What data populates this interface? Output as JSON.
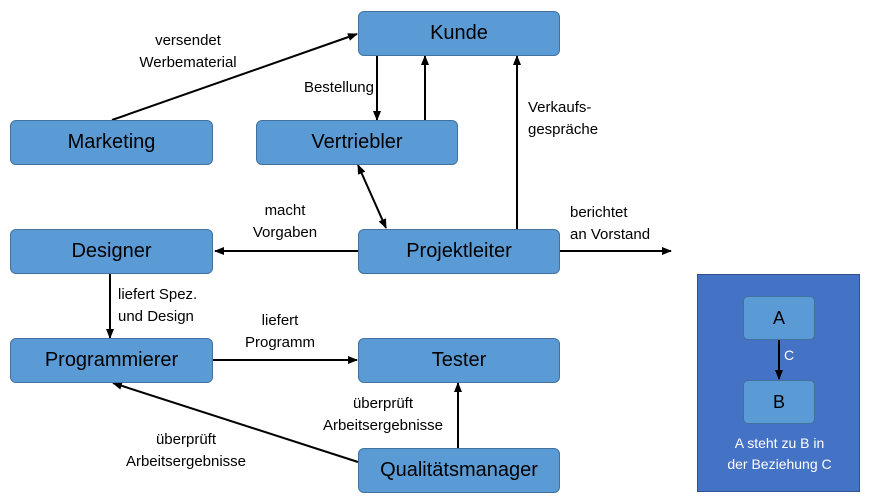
{
  "nodes": {
    "kunde": "Kunde",
    "marketing": "Marketing",
    "vertriebler": "Vertriebler",
    "designer": "Designer",
    "projektleiter": "Projektleiter",
    "programmierer": "Programmierer",
    "tester": "Tester",
    "qualitaetsmanager": "Qualitätsmanager"
  },
  "edges": {
    "versendet": [
      "versendet",
      "Werbematerial"
    ],
    "bestellung": "Bestellung",
    "verkauf": [
      "Verkaufs-",
      "gespräche"
    ],
    "vorgaben": [
      "macht",
      "Vorgaben"
    ],
    "berichtet": [
      "berichtet",
      "an Vorstand"
    ],
    "spez": [
      "liefert Spez.",
      "und Design"
    ],
    "programm": [
      "liefert",
      "Programm"
    ],
    "ueberprueft_tester": [
      "überprüft",
      "Arbeitsergebnisse"
    ],
    "ueberprueft_prog": [
      "überprüft",
      "Arbeitsergebnisse"
    ]
  },
  "legend": {
    "a": "A",
    "b": "B",
    "c": "C",
    "caption": [
      "A steht zu B in",
      "der Beziehung C"
    ]
  }
}
